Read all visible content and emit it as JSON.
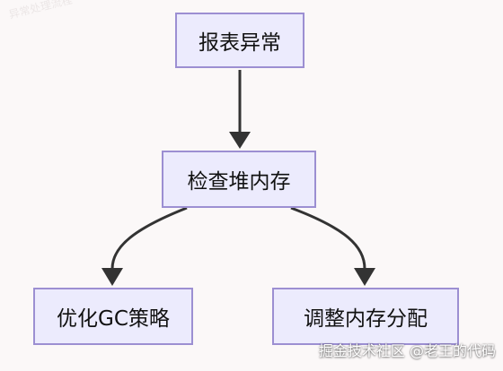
{
  "nodes": {
    "report_exception": "报表异常",
    "check_heap": "检查堆内存",
    "optimize_gc": "优化GC策略",
    "adjust_memory": "调整内存分配"
  },
  "edges": [
    {
      "from": "report_exception",
      "to": "check_heap"
    },
    {
      "from": "check_heap",
      "to": "optimize_gc"
    },
    {
      "from": "check_heap",
      "to": "adjust_memory"
    }
  ],
  "watermark": {
    "top_left": "异常处理流程",
    "bottom_right": "掘金技术社区 @老王的代码"
  },
  "colors": {
    "node_fill": "#ecebfd",
    "node_border": "#9c8fd2",
    "edge": "#333333",
    "background": "#fbf8f8"
  }
}
